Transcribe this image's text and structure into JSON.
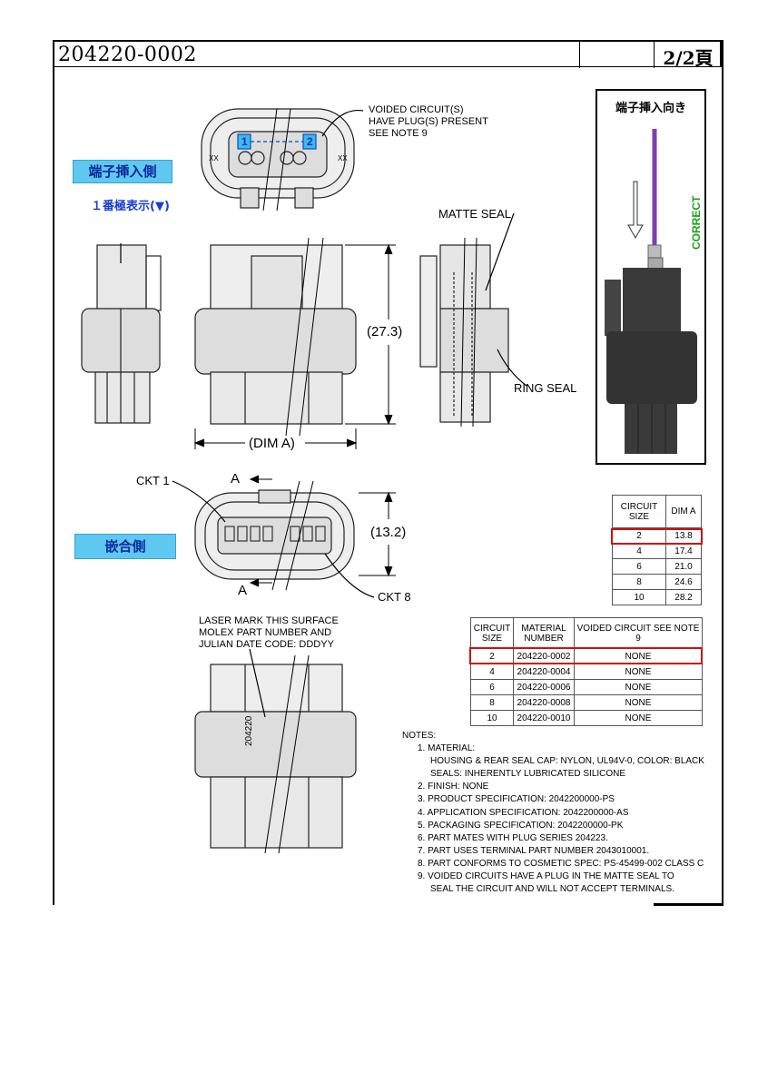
{
  "title": {
    "part_number": "204220-0002",
    "page": "2/2頁"
  },
  "jp_labels": {
    "terminal_side": "端子挿入側",
    "pin1_mark": "１番極表示(▼)",
    "mating_side": "嵌合側",
    "insert_direction": "端子挿入向き"
  },
  "callouts": {
    "voided_circuits": [
      "VOIDED CIRCUIT(S)",
      "HAVE PLUG(S) PRESENT",
      "SEE NOTE 9"
    ],
    "matte_seal": "MATTE SEAL",
    "ring_seal": "RING SEAL",
    "ckt1": "CKT 1",
    "ckt8": "CKT 8",
    "section_a": "A",
    "laser_mark": [
      "LASER MARK THIS SURFACE",
      "MOLEX PART NUMBER AND",
      "JULIAN DATE CODE:  DDDYY"
    ],
    "correct": "CORRECT",
    "pos1": "1",
    "pos2": "2",
    "side_xx": "XX",
    "laser_text": "204220"
  },
  "dimensions": {
    "height": "(27.3)",
    "width": "(DIM A)",
    "face_height": "(13.2)"
  },
  "dim_table": {
    "headers": [
      "CIRCUIT SIZE",
      "DIM A"
    ],
    "rows": [
      [
        "2",
        "13.8"
      ],
      [
        "4",
        "17.4"
      ],
      [
        "6",
        "21.0"
      ],
      [
        "8",
        "24.6"
      ],
      [
        "10",
        "28.2"
      ]
    ]
  },
  "material_table": {
    "headers": [
      "CIRCUIT SIZE",
      "MATERIAL NUMBER",
      "VOIDED CIRCUIT SEE NOTE 9"
    ],
    "rows": [
      [
        "2",
        "204220-0002",
        "NONE"
      ],
      [
        "4",
        "204220-0004",
        "NONE"
      ],
      [
        "6",
        "204220-0006",
        "NONE"
      ],
      [
        "8",
        "204220-0008",
        "NONE"
      ],
      [
        "10",
        "204220-0010",
        "NONE"
      ]
    ]
  },
  "notes": {
    "heading": "NOTES:",
    "items": [
      "1.  MATERIAL:",
      "HOUSING & REAR SEAL CAP: NYLON, UL94V-0, COLOR: BLACK",
      "SEALS: INHERENTLY LUBRICATED SILICONE",
      "2.  FINISH: NONE",
      "3.  PRODUCT SPECIFICATION: 2042200000-PS",
      "4.  APPLICATION SPECIFICATION: 2042200000-AS",
      "5.  PACKAGING SPECIFICATION: 2042200000-PK",
      "6.  PART MATES WITH PLUG SERIES 204223.",
      "7.  PART USES TERMINAL PART NUMBER 2043010001.",
      "8.  PART CONFORMS TO COSMETIC SPEC: PS-45499-002 CLASS C",
      "9.  VOIDED CIRCUITS HAVE A PLUG IN THE MATTE SEAL TO",
      "SEAL THE CIRCUIT AND WILL NOT ACCEPT TERMINALS."
    ]
  },
  "colors": {
    "highlight": "#d01010",
    "jp_box": "#5fc8f0",
    "correct": "#1aa01a"
  }
}
